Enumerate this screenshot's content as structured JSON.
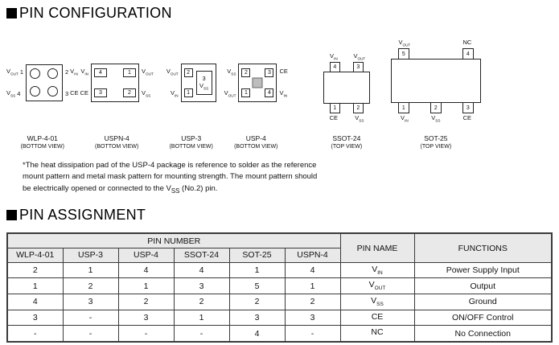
{
  "headings": {
    "pin_configuration": "PIN CONFIGURATION",
    "pin_assignment": "PIN ASSIGNMENT"
  },
  "note": {
    "line1": "*The heat dissipation pad of the USP-4 package is reference to solder as the reference",
    "line2": "mount pattern and metal mask pattern for mounting strength. The mount pattern should",
    "line3_pre": "be electrically opened or connected to the V",
    "line3_sub": "SS",
    "line3_post": " (No.2) pin."
  },
  "packages": {
    "wlp401": {
      "name": "WLP-4-01",
      "view": "(BOTTOM VIEW)",
      "pins": {
        "left_top": {
          "base": "V",
          "sub": "OUT",
          "num": "1"
        },
        "left_bottom": {
          "base": "V",
          "sub": "SS",
          "num": "4"
        },
        "right_top": {
          "base": "V",
          "sub": "IN",
          "num": "2"
        },
        "right_bottom": {
          "base": "CE",
          "sub": "",
          "num": "3"
        }
      }
    },
    "uspn4": {
      "name": "USPN-4",
      "view": "(BOTTOM VIEW)",
      "pins": {
        "top_left": {
          "base": "V",
          "sub": "IN",
          "num": "4"
        },
        "top_right": {
          "base": "V",
          "sub": "OUT",
          "num": "1"
        },
        "bottom_left": {
          "base": "CE",
          "sub": "",
          "num": "3"
        },
        "bottom_right": {
          "base": "V",
          "sub": "SS",
          "num": "2"
        }
      }
    },
    "usp3": {
      "name": "USP-3",
      "view": "(BOTTOM VIEW)",
      "pins": {
        "left_top": {
          "base": "V",
          "sub": "OUT",
          "num": "2"
        },
        "left_bottom": {
          "base": "V",
          "sub": "IN",
          "num": "1"
        },
        "pad": {
          "base": "V",
          "sub": "SS",
          "num": "3"
        }
      }
    },
    "usp4": {
      "name": "USP-4",
      "view": "(BOTTOM VIEW)",
      "pins": {
        "left_top": {
          "base": "V",
          "sub": "SS",
          "num": "2"
        },
        "left_bottom": {
          "base": "V",
          "sub": "OUT",
          "num": "1"
        },
        "right_top": {
          "base": "CE",
          "sub": "",
          "num": "3"
        },
        "right_bottom": {
          "base": "V",
          "sub": "IN",
          "num": "4"
        }
      }
    },
    "ssot24": {
      "name": "SSOT-24",
      "view": "(TOP VIEW)",
      "pins": {
        "top_left": {
          "base": "V",
          "sub": "IN",
          "num": "4"
        },
        "top_right": {
          "base": "V",
          "sub": "OUT",
          "num": "3"
        },
        "bottom_left": {
          "base": "CE",
          "sub": "",
          "num": "1"
        },
        "bottom_right": {
          "base": "V",
          "sub": "SS",
          "num": "2"
        }
      }
    },
    "sot25": {
      "name": "SOT-25",
      "view": "(TOP VIEW)",
      "pins": {
        "top_left": {
          "base": "V",
          "sub": "OUT",
          "num": "5"
        },
        "top_right": {
          "base": "NC",
          "sub": "",
          "num": "4"
        },
        "bottom_1": {
          "base": "V",
          "sub": "IN",
          "num": "1"
        },
        "bottom_2": {
          "base": "V",
          "sub": "SS",
          "num": "2"
        },
        "bottom_3": {
          "base": "CE",
          "sub": "",
          "num": "3"
        }
      }
    }
  },
  "table": {
    "pin_number_header": "PIN NUMBER",
    "pin_name_header": "PIN NAME",
    "functions_header": "FUNCTIONS",
    "package_columns": [
      "WLP-4-01",
      "USP-3",
      "USP-4",
      "SSOT-24",
      "SOT-25",
      "USPN-4"
    ],
    "rows": [
      {
        "numbers": [
          "2",
          "1",
          "4",
          "4",
          "1",
          "4"
        ],
        "name": {
          "base": "V",
          "sub": "IN"
        },
        "function": "Power Supply Input"
      },
      {
        "numbers": [
          "1",
          "2",
          "1",
          "3",
          "5",
          "1"
        ],
        "name": {
          "base": "V",
          "sub": "OUT"
        },
        "function": "Output"
      },
      {
        "numbers": [
          "4",
          "3",
          "2",
          "2",
          "2",
          "2"
        ],
        "name": {
          "base": "V",
          "sub": "SS"
        },
        "function": "Ground"
      },
      {
        "numbers": [
          "3",
          "-",
          "3",
          "1",
          "3",
          "3"
        ],
        "name": {
          "base": "CE",
          "sub": ""
        },
        "function": "ON/OFF Control"
      },
      {
        "numbers": [
          "-",
          "-",
          "-",
          "-",
          "4",
          "-"
        ],
        "name": {
          "base": "NC",
          "sub": ""
        },
        "function": "No Connection"
      }
    ]
  }
}
